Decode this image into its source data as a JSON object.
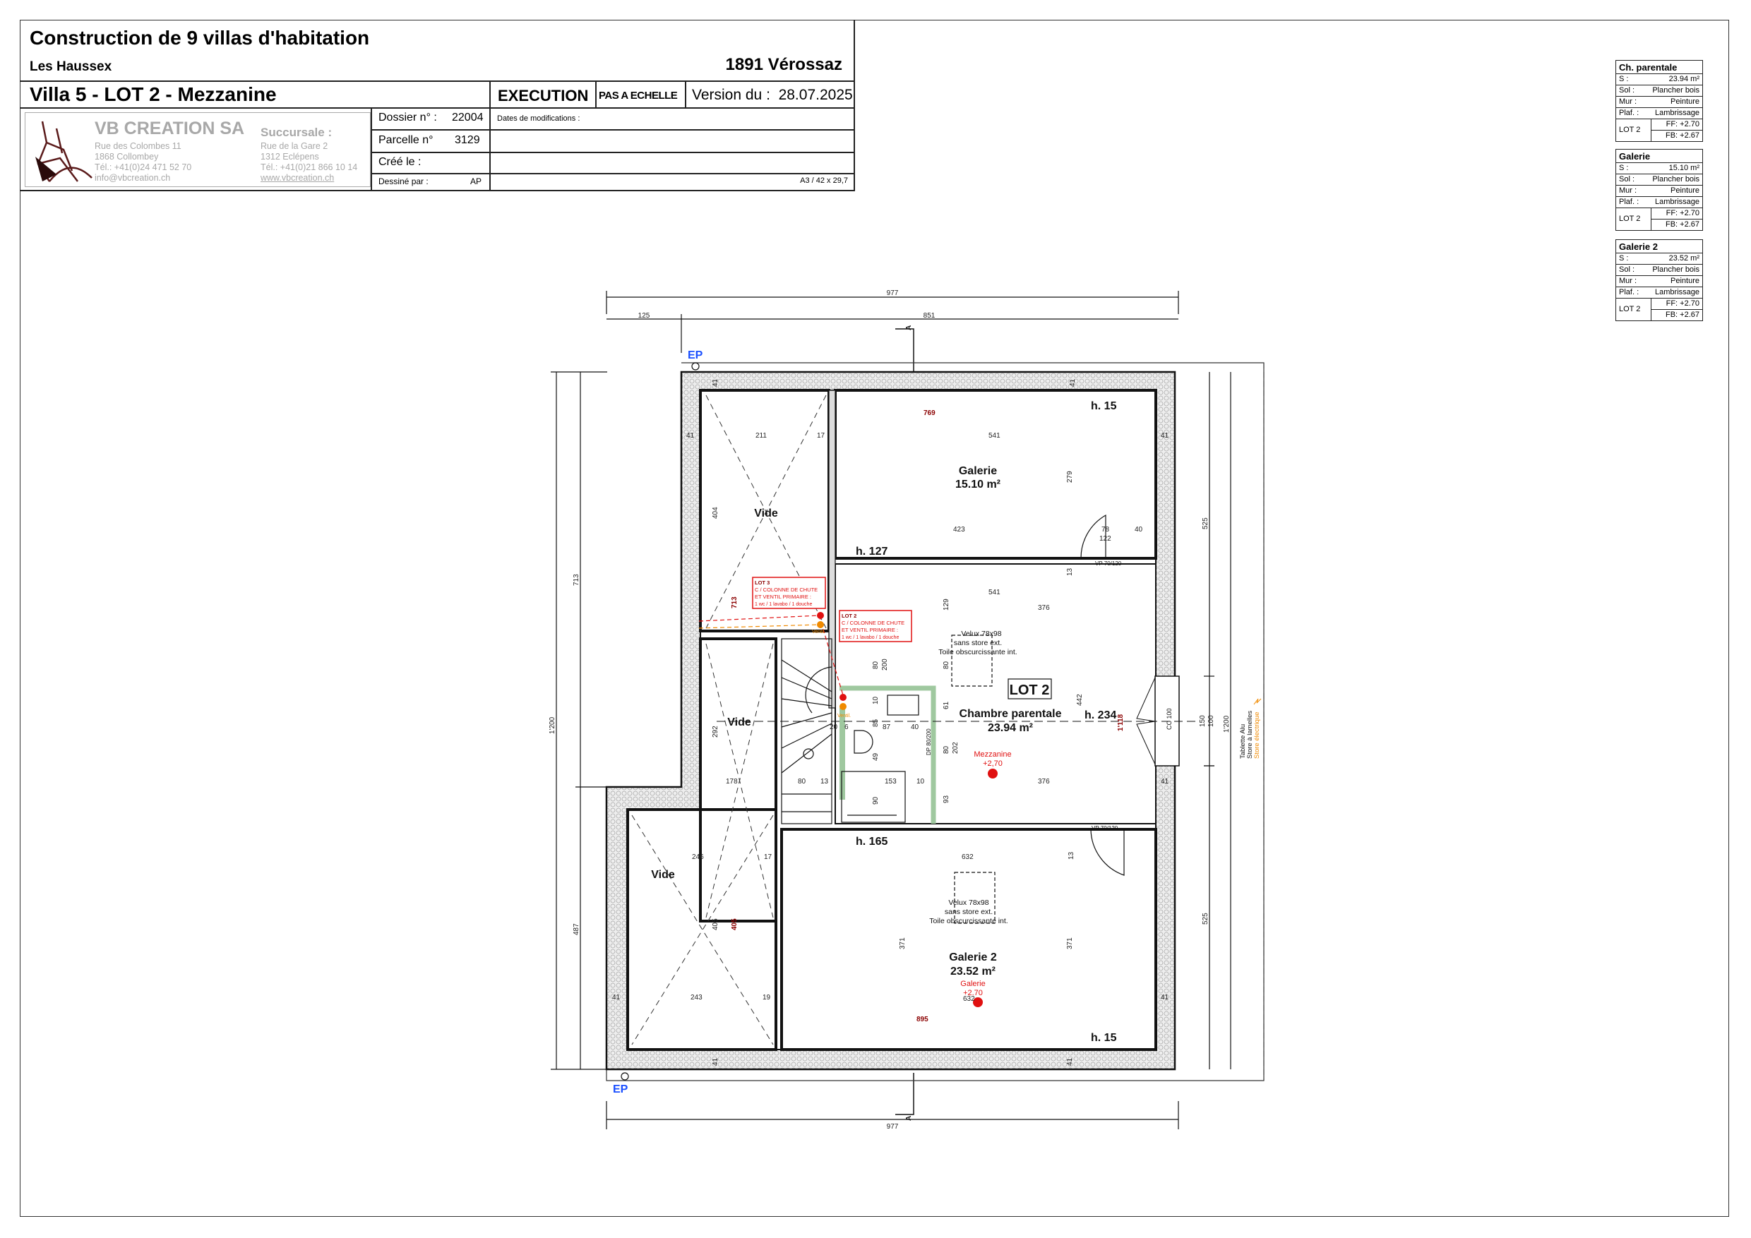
{
  "title_block": {
    "project": "Construction de 9 villas d'habitation",
    "place": "Les Haussex",
    "locality": "1891 Vérossaz",
    "sheet_title": "Villa 5 - LOT 2 - Mezzanine",
    "phase": "EXECUTION",
    "scale_note": "PAS A ECHELLE",
    "version_label": "Version du :",
    "version_date": "28.07.2025",
    "dossier_label": "Dossier n° :",
    "dossier_value": "22004",
    "parcelle_label": "Parcelle n°",
    "parcelle_value": "3129",
    "cree_label": "Créé le :",
    "dessine_label": "Dessiné par :",
    "dessine_value": "AP",
    "modifications_label": "Dates de modifications :",
    "format": "A3 / 42 x 29,7",
    "company": {
      "name": "VB CREATION SA",
      "address1": "Rue des Colombes 11",
      "address2": "1868 Collombey",
      "phone": "Tél.: +41(0)24 471 52 70",
      "email": "info@vbcreation.ch",
      "branch_label": "Succursale :",
      "branch_address1": "Rue de la Gare 2",
      "branch_address2": "1312 Eclépens",
      "branch_phone": "Tél.: +41(0)21 866 10 14",
      "website": "www.vbcreation.ch"
    }
  },
  "room_tables": [
    {
      "name": "Ch. parentale",
      "s_label": "S :",
      "s": "23.94 m²",
      "sol_label": "Sol :",
      "sol": "Plancher bois",
      "mur_label": "Mur :",
      "mur": "Peinture",
      "plaf_label": "Plaf. :",
      "plaf": "Lambrissage",
      "lot": "LOT 2",
      "ff": "FF: +2.70",
      "fb": "FB: +2.67"
    },
    {
      "name": "Galerie",
      "s_label": "S :",
      "s": "15.10 m²",
      "sol_label": "Sol :",
      "sol": "Plancher bois",
      "mur_label": "Mur :",
      "mur": "Peinture",
      "plaf_label": "Plaf. :",
      "plaf": "Lambrissage",
      "lot": "LOT 2",
      "ff": "FF: +2.70",
      "fb": "FB: +2.67"
    },
    {
      "name": "Galerie 2",
      "s_label": "S :",
      "s": "23.52 m²",
      "sol_label": "Sol :",
      "sol": "Plancher bois",
      "mur_label": "Mur :",
      "mur": "Peinture",
      "plaf_label": "Plaf. :",
      "plaf": "Lambrissage",
      "lot": "LOT 2",
      "ff": "FF: +2.70",
      "fb": "FB: +2.67"
    }
  ],
  "plan": {
    "colors": {
      "wall": "#111111",
      "insulation": "#d9d9d9",
      "note_red": "#e01010",
      "dim_red": "#8b0000",
      "ep_blue": "#1a4fff",
      "orange": "#f08a00",
      "bath_green": "#9fc89f"
    },
    "ep": "EP",
    "section": "A",
    "rooms": {
      "galerie_name": "Galerie",
      "galerie_area": "15.10 m²",
      "chambre_name": "Chambre parentale",
      "chambre_area": "23.94 m²",
      "galerie2_name": "Galerie 2",
      "galerie2_area": "23.52 m²",
      "vide": "Vide",
      "lot_label": "LOT 2"
    },
    "heights": {
      "h15": "h. 15",
      "h127": "h. 127",
      "h165": "h. 165",
      "h234": "h. 234"
    },
    "levels": {
      "mezz_name": "Mezzanine",
      "mezz_value": "+2,70",
      "gal_name": "Galerie",
      "gal_value": "+2.70"
    },
    "velux": [
      "Velux 78x98",
      "sans store ext.",
      "Toile obscurcissante int."
    ],
    "notes": {
      "lot3": [
        "LOT 3",
        "C / COLONNE DE CHUTE",
        "ET VENTIL PRIMAIRE :",
        "1 wc / 1 lavabo / 1 douche"
      ],
      "lot2": [
        "LOT 2",
        "C / COLONNE DE CHUTE",
        "ET VENTIL PRIMAIRE :",
        "1 wc / 1 lavabo / 1 douche"
      ],
      "ventil": "Ventil."
    },
    "window": {
      "cc": "CC 100",
      "sill": "Tablette Alu",
      "blind": "Store à lamelles",
      "electric": "Store électrique"
    },
    "doors": {
      "vp": "VP 70/120",
      "dp": "DP 80/200"
    },
    "red_dims": {
      "d769": "769",
      "d895": "895",
      "d1118": "1'118",
      "d713": "713",
      "d405": "405"
    },
    "dims": {
      "top_total": "977",
      "top_left": "125",
      "top_right": "851",
      "bottom_total": "977",
      "left_total": "1'200",
      "left_upper": "713",
      "left_lower": "487",
      "right_upper": "525",
      "right_lower": "525",
      "right_total": "1'200",
      "win_150": "150",
      "win_100": "100",
      "w41": "41",
      "w211": "211",
      "w17": "17",
      "w541": "541",
      "w423": "423",
      "w78": "78",
      "w122": "122",
      "w40": "40",
      "w279": "279",
      "w404": "404",
      "w13": "13",
      "w129": "129",
      "w376": "376",
      "w80": "80",
      "w200": "200",
      "w10": "10",
      "w85": "85",
      "w49": "49",
      "w87": "87",
      "w20": "20",
      "w6": "6",
      "w61": "61",
      "w442": "442",
      "w202": "202",
      "w93": "93",
      "w153": "153",
      "w90": "90",
      "w178": "178",
      "w292": "292",
      "w632": "632",
      "w246": "246",
      "w371": "371",
      "w243": "243",
      "w19": "19",
      "w405": "405"
    }
  }
}
